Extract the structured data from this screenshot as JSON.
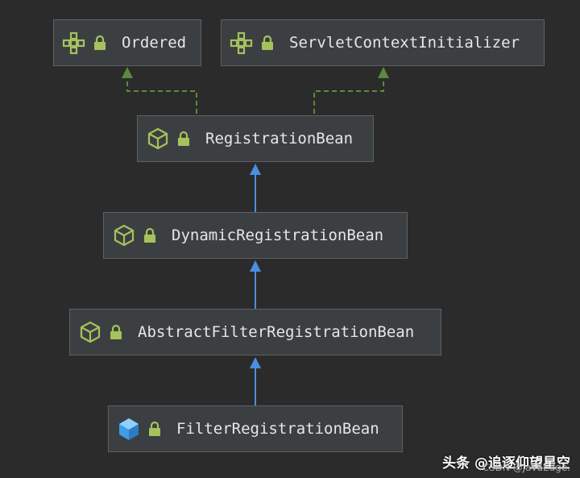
{
  "nodes": {
    "ordered": {
      "label": "Ordered",
      "kind": "interface"
    },
    "servlet_context_initializer": {
      "label": "ServletContextInitializer",
      "kind": "interface"
    },
    "registration_bean": {
      "label": "RegistrationBean",
      "kind": "abstract-class"
    },
    "dynamic_registration_bean": {
      "label": "DynamicRegistrationBean",
      "kind": "abstract-class"
    },
    "abstract_filter_registration_bean": {
      "label": "AbstractFilterRegistrationBean",
      "kind": "abstract-class"
    },
    "filter_registration_bean": {
      "label": "FilterRegistrationBean",
      "kind": "class"
    }
  },
  "edges": [
    {
      "from": "registration_bean",
      "to": "ordered",
      "type": "implements"
    },
    {
      "from": "registration_bean",
      "to": "servlet_context_initializer",
      "type": "implements"
    },
    {
      "from": "dynamic_registration_bean",
      "to": "registration_bean",
      "type": "extends"
    },
    {
      "from": "abstract_filter_registration_bean",
      "to": "dynamic_registration_bean",
      "type": "extends"
    },
    {
      "from": "filter_registration_bean",
      "to": "abstract_filter_registration_bean",
      "type": "extends"
    }
  ],
  "colors": {
    "background": "#2b2b2b",
    "node_fill": "#3c3f41",
    "node_border": "#5e6163",
    "text": "#e6e6e6",
    "icon_green": "#a5c25c",
    "extends_arrow": "#4a8fe0",
    "implements_arrow": "#5c8a3c",
    "class_icon_blue": "#3d9ee8"
  },
  "watermark": {
    "main": "头条 @追逐仰望星空",
    "sub": "CSDN @JavaEdge."
  }
}
